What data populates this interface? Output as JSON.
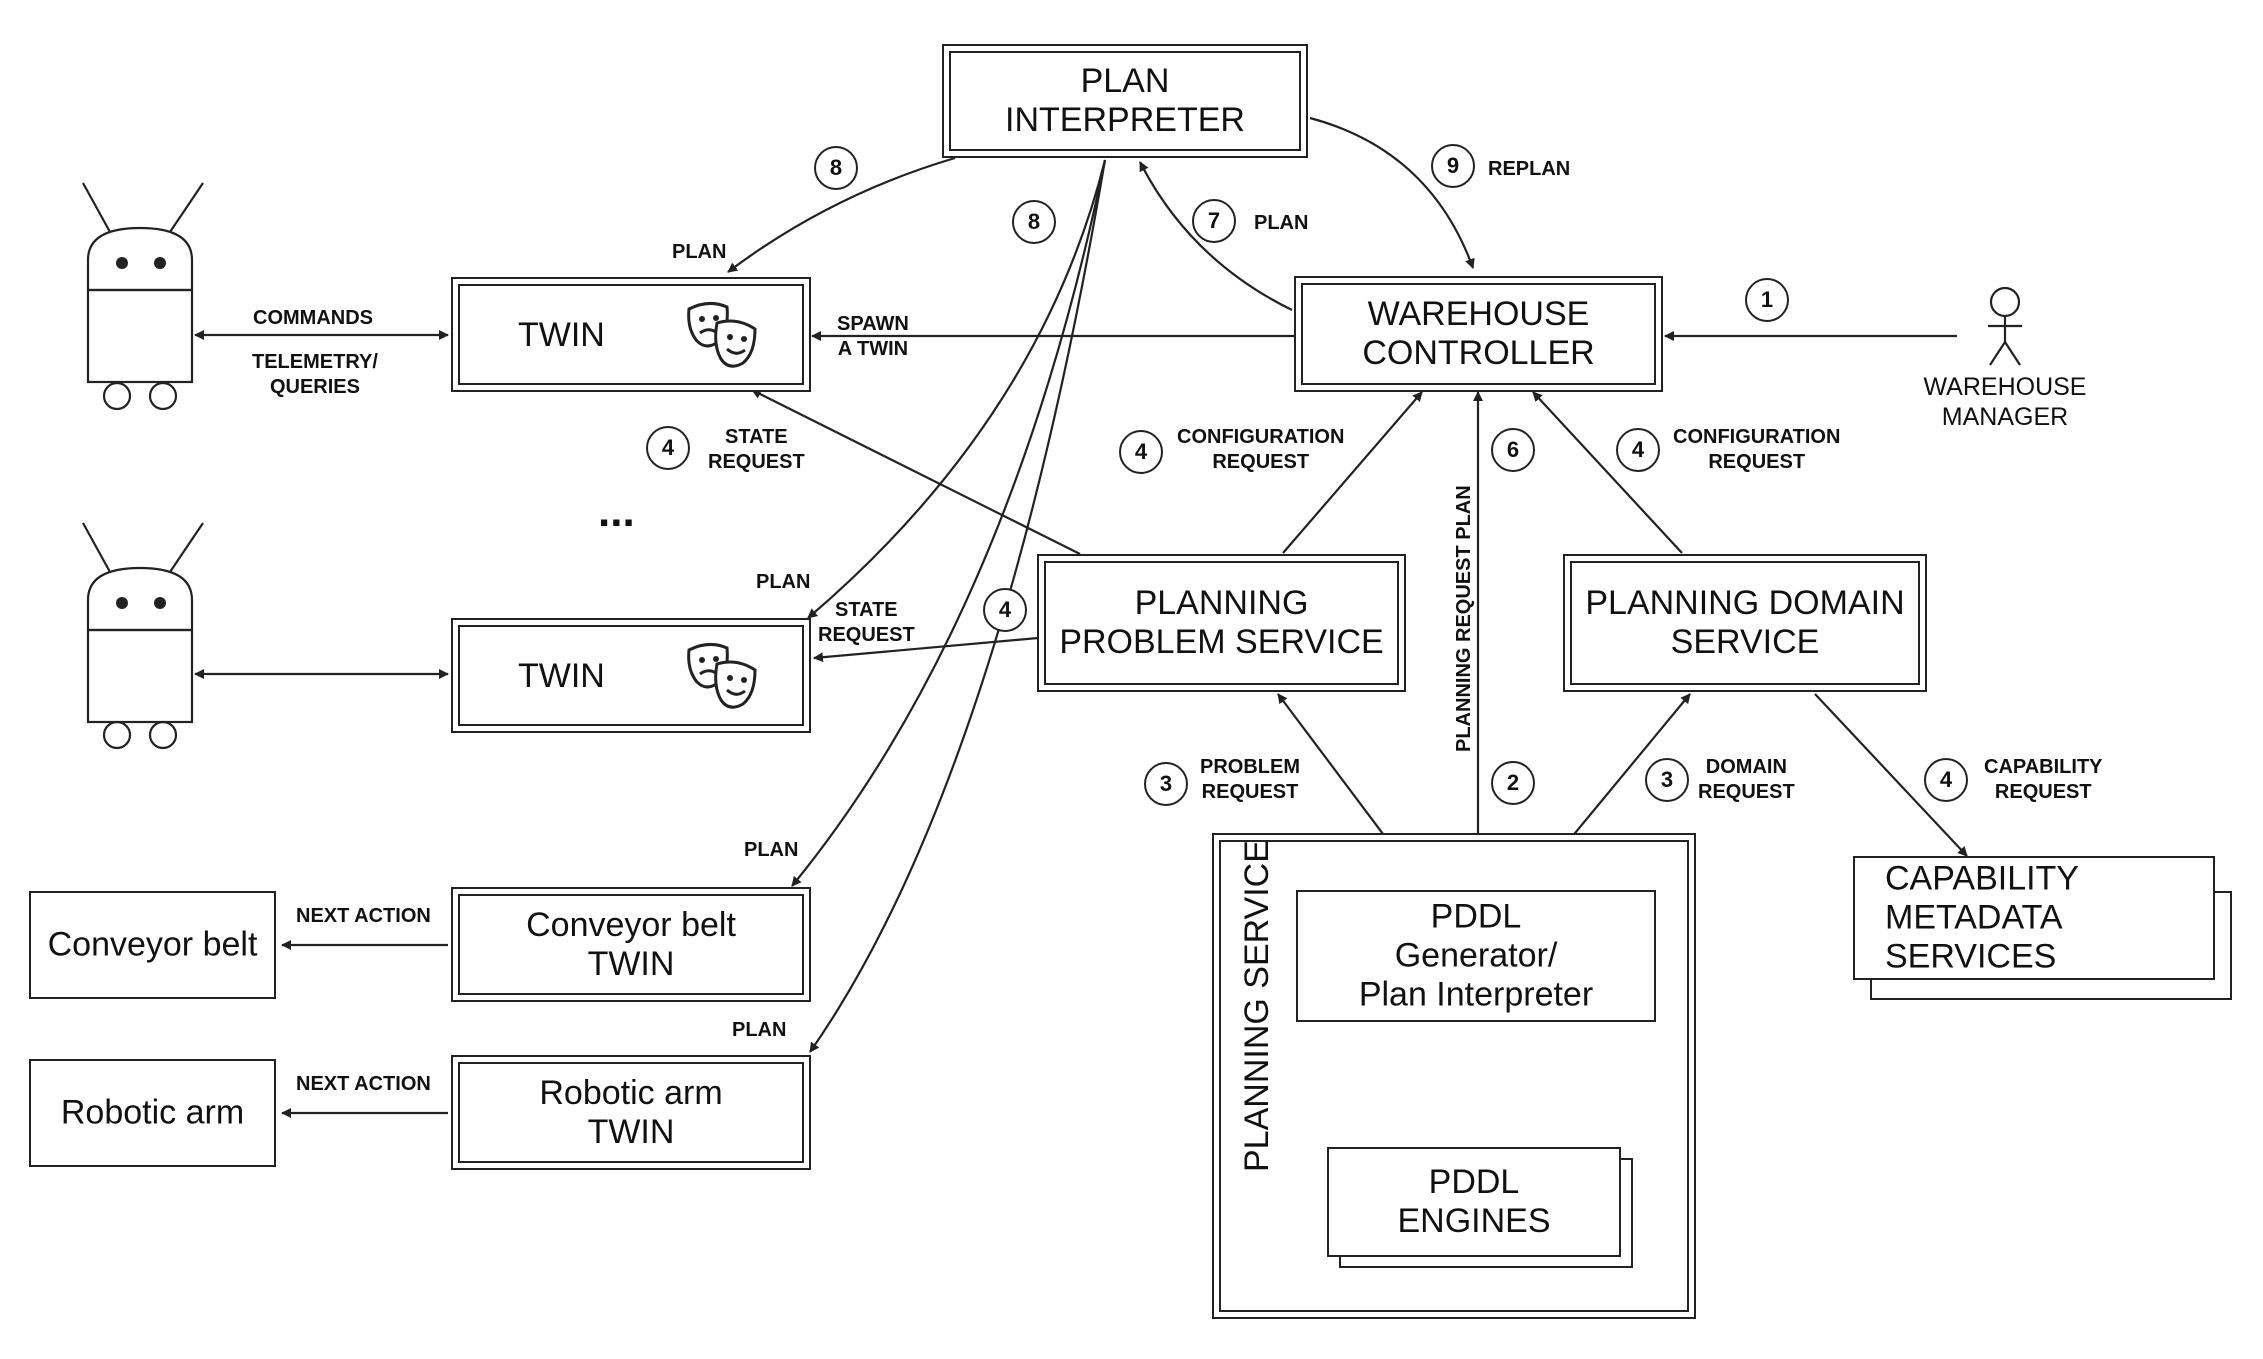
{
  "diagram": {
    "nodes": {
      "plan_interpreter": "PLAN\nINTERPRETER",
      "warehouse_controller": "WAREHOUSE\nCONTROLLER",
      "twin_1": "TWIN",
      "twin_2": "TWIN",
      "conveyor_twin": "Conveyor belt\nTWIN",
      "robotic_arm_twin": "Robotic arm\nTWIN",
      "conveyor_belt": "Conveyor belt",
      "robotic_arm": "Robotic arm",
      "planning_problem_service": "PLANNING\nPROBLEM SERVICE",
      "planning_domain_service": "PLANNING DOMAIN\nSERVICE",
      "planning_service": "PLANNING SERVICE",
      "pddl_generator": "PDDL\nGenerator/\nPlan Interpreter",
      "pddl_engines": "PDDL\nENGINES",
      "capability_services": "CAPABILITY\nMETADATA\nSERVICES",
      "warehouse_manager": "WAREHOUSE\nMANAGER",
      "ellipsis": "..."
    },
    "labels": {
      "plan_a": "PLAN",
      "plan_b": "PLAN",
      "plan_c": "PLAN",
      "plan_d": "PLAN",
      "plan_7": "PLAN",
      "replan": "REPLAN",
      "commands": "COMMANDS",
      "telemetry": "TELEMETRY/\nQUERIES",
      "spawn": "SPAWN\nA TWIN",
      "state_request_1": "STATE\nREQUEST",
      "state_request_2": "STATE\nREQUEST",
      "config_request_1": "CONFIGURATION\nREQUEST",
      "config_request_2": "CONFIGURATION\nREQUEST",
      "planning_request_plan": "PLANNING REQUEST\nPLAN",
      "problem_request": "PROBLEM\nREQUEST",
      "domain_request": "DOMAIN\nREQUEST",
      "capability_request": "CAPABILITY\nREQUEST",
      "next_action_1": "NEXT ACTION",
      "next_action_2": "NEXT ACTION"
    },
    "steps": {
      "s1": "1",
      "s2": "2",
      "s3a": "3",
      "s3b": "3",
      "s4a": "4",
      "s4b": "4",
      "s4c": "4",
      "s4d": "4",
      "s4e": "4",
      "s6": "6",
      "s7": "7",
      "s8a": "8",
      "s8b": "8",
      "s9": "9"
    },
    "icons": {
      "robot": "robot-icon",
      "theater_masks": "theater-masks-icon",
      "stick_figure": "person-icon"
    }
  }
}
